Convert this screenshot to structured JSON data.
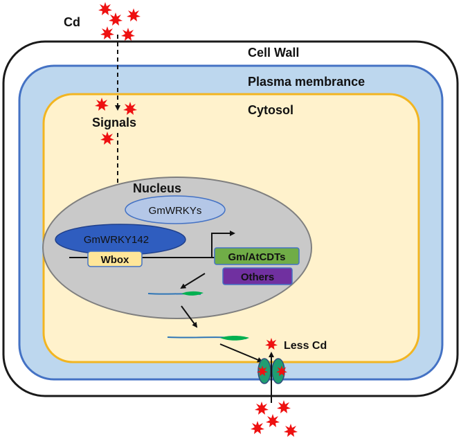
{
  "labels": {
    "cd": "Cd",
    "cell_wall": "Cell Wall",
    "plasma_membrane": "Plasma membrance",
    "cytosol": "Cytosol",
    "signals": "Signals",
    "nucleus": "Nucleus",
    "gmwrkys": "GmWRKYs",
    "gmwrky142": "GmWRKY142",
    "wbox": "Wbox",
    "cdts": "Gm/AtCDTs",
    "others": "Others",
    "less_cd": "Less Cd"
  },
  "colors": {
    "cell_wall_stroke": "#1a1a1a",
    "membrane_fill": "#bdd7ee",
    "membrane_stroke": "#4472c4",
    "cytosol_fill": "#fff2cc",
    "cytosol_stroke": "#f2b521",
    "nucleus_fill": "#c9c9c9",
    "nucleus_stroke": "#7f7f7f",
    "gmwrkys_fill": "#b4c7e7",
    "gmwrky142_fill": "#2f5dbf",
    "wbox_fill": "#ffe699",
    "cdts_fill": "#70ad47",
    "others_fill": "#7030a0",
    "cd_ion": "#ee1111",
    "transcript_blue": "#2e75b6",
    "transcript_green": "#00b050",
    "transporter_fill": "#1f9e72"
  },
  "icons": [
    "cd-ion-icon",
    "transcript-icon",
    "transporter-icon",
    "promoter-arrow-icon"
  ]
}
